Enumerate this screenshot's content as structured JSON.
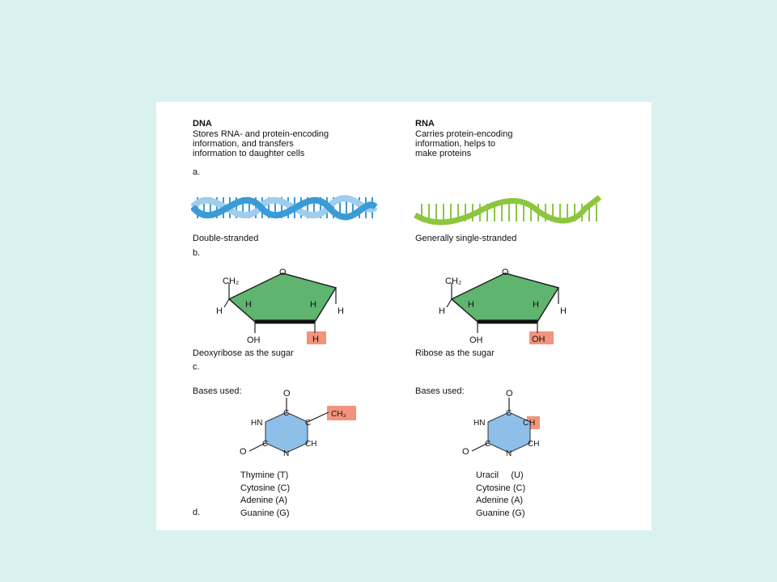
{
  "dna": {
    "heading": "DNA",
    "description_lines": [
      "Stores RNA- and protein-encoding",
      "information, and transfers",
      "information to daughter cells"
    ],
    "strand_label": "Double-stranded",
    "sugar_label": "Deoxyribose as the sugar",
    "highlight_group": "H",
    "methyl_group": "CH₃",
    "bases_label": "Bases used:",
    "bases": [
      "Thymine (T)",
      "Cytosine (C)",
      "Adenine  (A)",
      "Guanine (G)"
    ]
  },
  "rna": {
    "heading": "RNA",
    "description_lines": [
      "Carries protein-encoding",
      "information, helps to",
      "make proteins"
    ],
    "strand_label": "Generally single-stranded",
    "sugar_label": "Ribose as the sugar",
    "highlight_group": "OH",
    "ring_h": "H",
    "bases_label": "Bases used:",
    "bases": [
      "Uracil     (U)",
      "Cytosine (C)",
      "Adenine  (A)",
      "Guanine (G)"
    ]
  },
  "panel_letters": {
    "a": "a.",
    "b": "b.",
    "c": "c.",
    "d": "d."
  },
  "sugar_atoms": {
    "ch2": "CH₂",
    "o": "O",
    "h": "H",
    "oh": "OH"
  },
  "base_atoms": {
    "o": "O",
    "hn": "HN",
    "c": "C",
    "ch": "CH",
    "n": "N",
    "h": "H"
  },
  "colors": {
    "background": "#d9f2ef",
    "dna_strand_dark": "#3a9bd6",
    "dna_strand_light": "#9fcdee",
    "rna_strand": "#8cc63f",
    "sugar_fill": "#5fb56f",
    "base_fill": "#8ebfe8",
    "highlight": "#f2937d"
  }
}
